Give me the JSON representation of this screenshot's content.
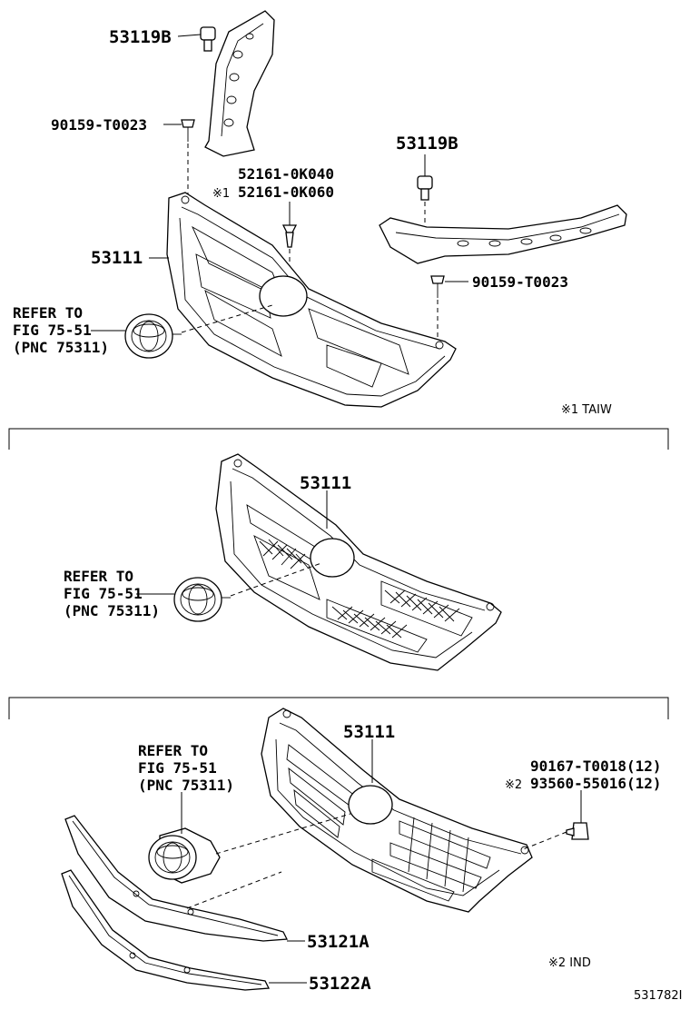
{
  "sections": [
    {
      "labels": {
        "bracket_clip_upper": "53119B",
        "screw_upper": "90159-T0023",
        "clip_a": "52161-0K040",
        "clip_b_mark": "※1",
        "clip_b": "52161-0K060",
        "bracket_clip_right": "53119B",
        "screw_right": "90159-T0023",
        "grille": "53111",
        "refer_line1": "REFER TO",
        "refer_line2": "FIG 75-51",
        "refer_line3": "(PNC 75311)",
        "footnote": "※1 TAIW"
      }
    },
    {
      "labels": {
        "grille": "53111",
        "refer_line1": "REFER TO",
        "refer_line2": "FIG 75-51",
        "refer_line3": "(PNC 75311)"
      }
    },
    {
      "labels": {
        "grille": "53111",
        "refer_line1": "REFER TO",
        "refer_line2": "FIG 75-51",
        "refer_line3": "(PNC 75311)",
        "fastener_a": "90167-T0018(12)",
        "fastener_b_mark": "※2",
        "fastener_b": "93560-55016(12)",
        "moulding_upper": "53121A",
        "moulding_lower": "53122A",
        "footnote": "※2 IND"
      }
    }
  ],
  "illustration_id": "531782I"
}
